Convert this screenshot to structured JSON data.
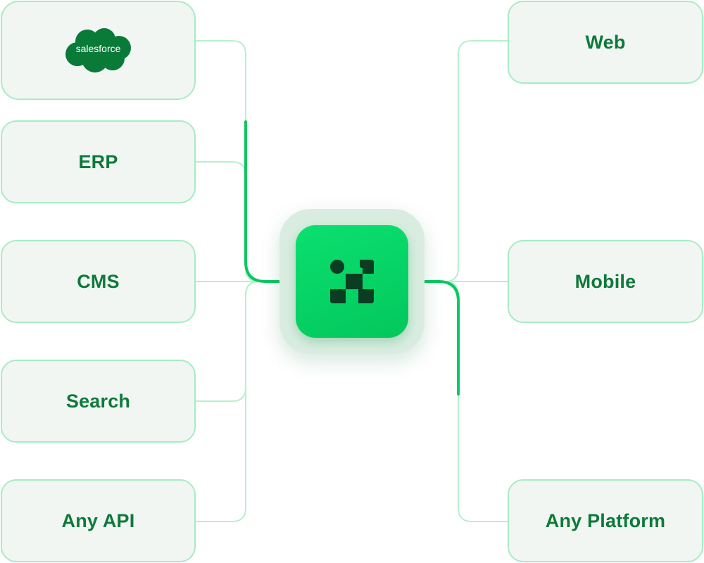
{
  "colors": {
    "accent": "#04c75c",
    "text": "#0d7a3a",
    "card_bg": "#f2f6f3",
    "card_border": "#a6ecc4",
    "line_thin": "#b9efcf",
    "line_bold": "#08c95f",
    "logo_mark": "#0b3d22"
  },
  "hub": {
    "icon": "platform-logo-icon"
  },
  "sources": [
    {
      "id": "salesforce",
      "label": "salesforce",
      "icon": "salesforce-logo"
    },
    {
      "id": "erp",
      "label": "ERP"
    },
    {
      "id": "cms",
      "label": "CMS"
    },
    {
      "id": "search",
      "label": "Search"
    },
    {
      "id": "any-api",
      "label": "Any API"
    }
  ],
  "destinations": [
    {
      "id": "web",
      "label": "Web"
    },
    {
      "id": "mobile",
      "label": "Mobile"
    },
    {
      "id": "any-platform",
      "label": "Any Platform"
    }
  ]
}
